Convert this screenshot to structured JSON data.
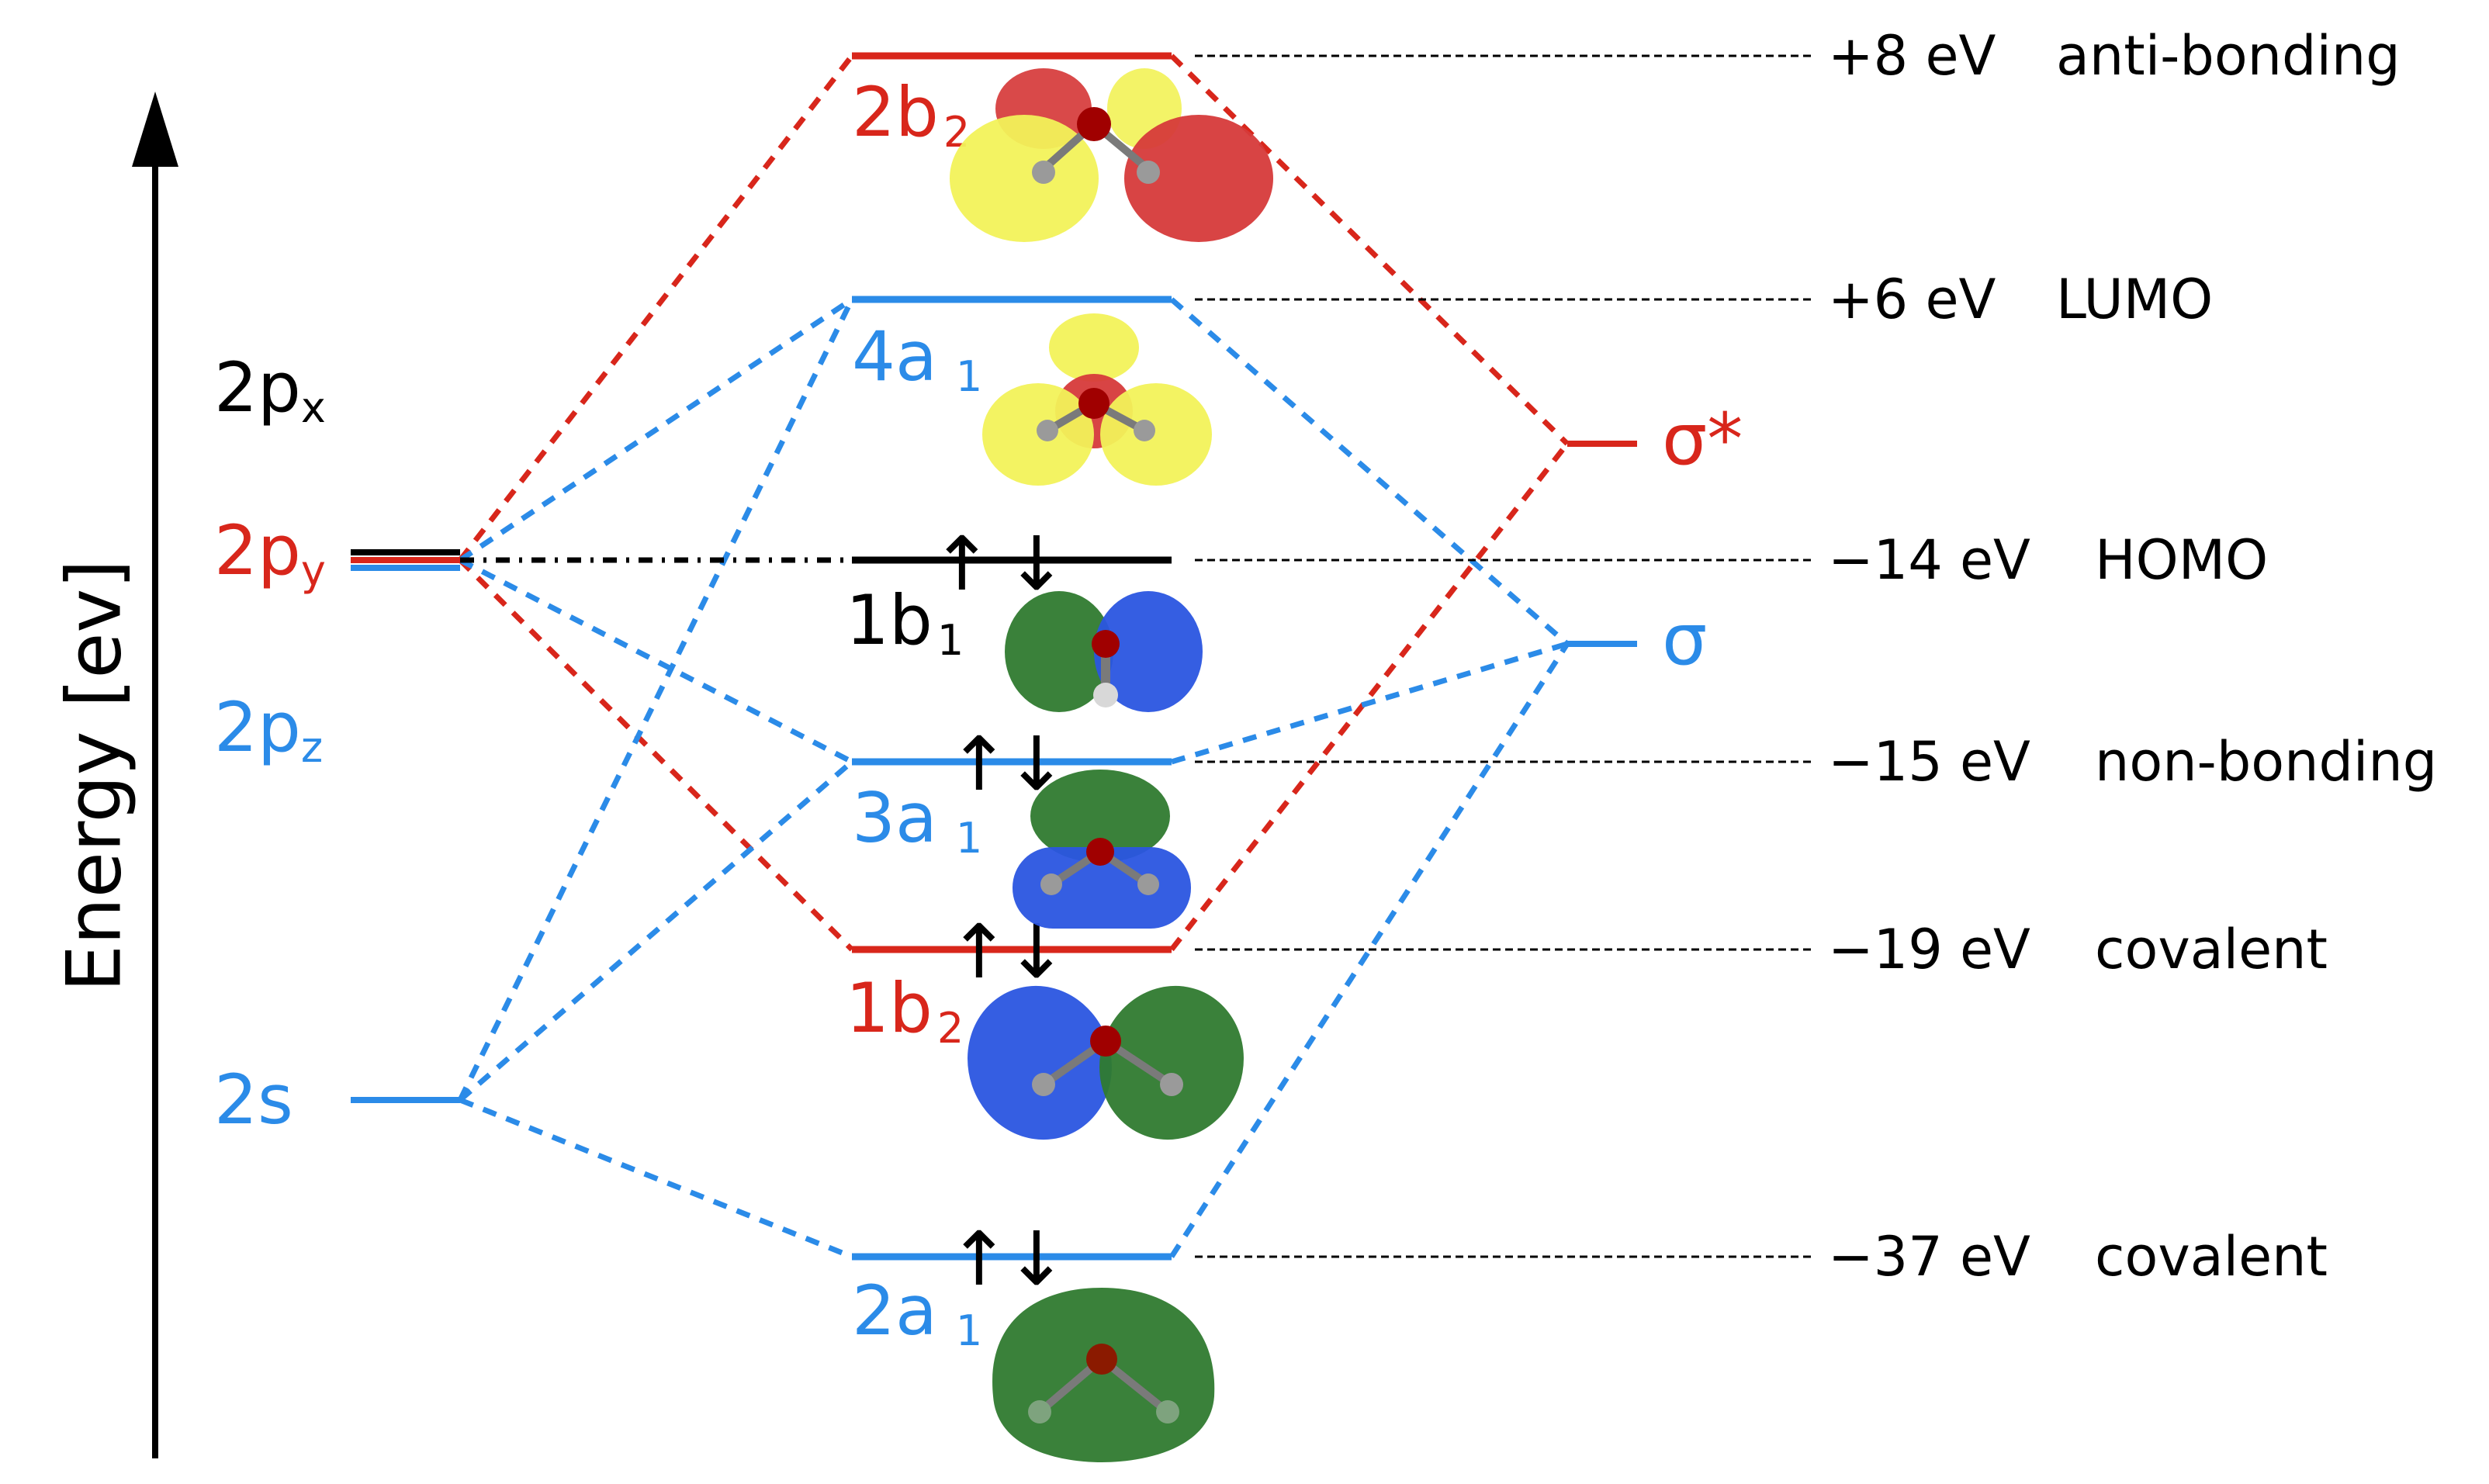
{
  "colors": {
    "red": "#d8261b",
    "blue": "#2b8be8",
    "black": "#000000",
    "yellow": "#f2f25a",
    "green": "#2f7a2f",
    "orbital_blue": "#2a55e0",
    "orbital_red": "#d63a3a"
  },
  "axis": {
    "title": "Energy [ev]"
  },
  "atomic_orbitals": {
    "p_x": {
      "main": "2p",
      "sub": "x",
      "color": "black"
    },
    "p_y": {
      "main": "2p",
      "sub": "y",
      "color": "red"
    },
    "p_z": {
      "main": "2p",
      "sub": "z",
      "color": "blue"
    },
    "s": {
      "main": "2s",
      "color": "blue"
    }
  },
  "molecular_orbitals": [
    {
      "main": "2b",
      "sub": "2",
      "color": "red",
      "electrons": false,
      "energy_text": "+8 eV",
      "character": "anti-bonding",
      "lobes": [
        "yellow",
        "red",
        "yellow-red"
      ]
    },
    {
      "main": "4a",
      "sub": "1",
      "color": "blue",
      "electrons": false,
      "energy_text": "+6 eV",
      "character": "LUMO",
      "lobes": [
        "yellow",
        "red",
        "yellow"
      ]
    },
    {
      "main": "1b",
      "sub": "1",
      "color": "black",
      "electrons": true,
      "energy_text": "−14 eV",
      "character": "HOMO",
      "lobes": [
        "green",
        "blue"
      ]
    },
    {
      "main": "3a",
      "sub": "1",
      "color": "blue",
      "electrons": true,
      "energy_text": "−15 eV",
      "character": "non-bonding",
      "lobes": [
        "green",
        "blue"
      ]
    },
    {
      "main": "1b",
      "sub": "2",
      "color": "red",
      "electrons": true,
      "energy_text": "−19 eV",
      "character": "covalent",
      "lobes": [
        "blue",
        "green"
      ]
    },
    {
      "main": "2a",
      "sub": "1",
      "color": "blue",
      "electrons": true,
      "energy_text": "−37 eV",
      "character": "covalent",
      "lobes": [
        "green"
      ]
    }
  ],
  "ligand_orbitals": {
    "sigma_star": {
      "label": "σ*",
      "color": "red"
    },
    "sigma": {
      "label": "σ",
      "color": "blue"
    }
  },
  "electron_arrows": {
    "up": "↑",
    "down": "↓"
  }
}
